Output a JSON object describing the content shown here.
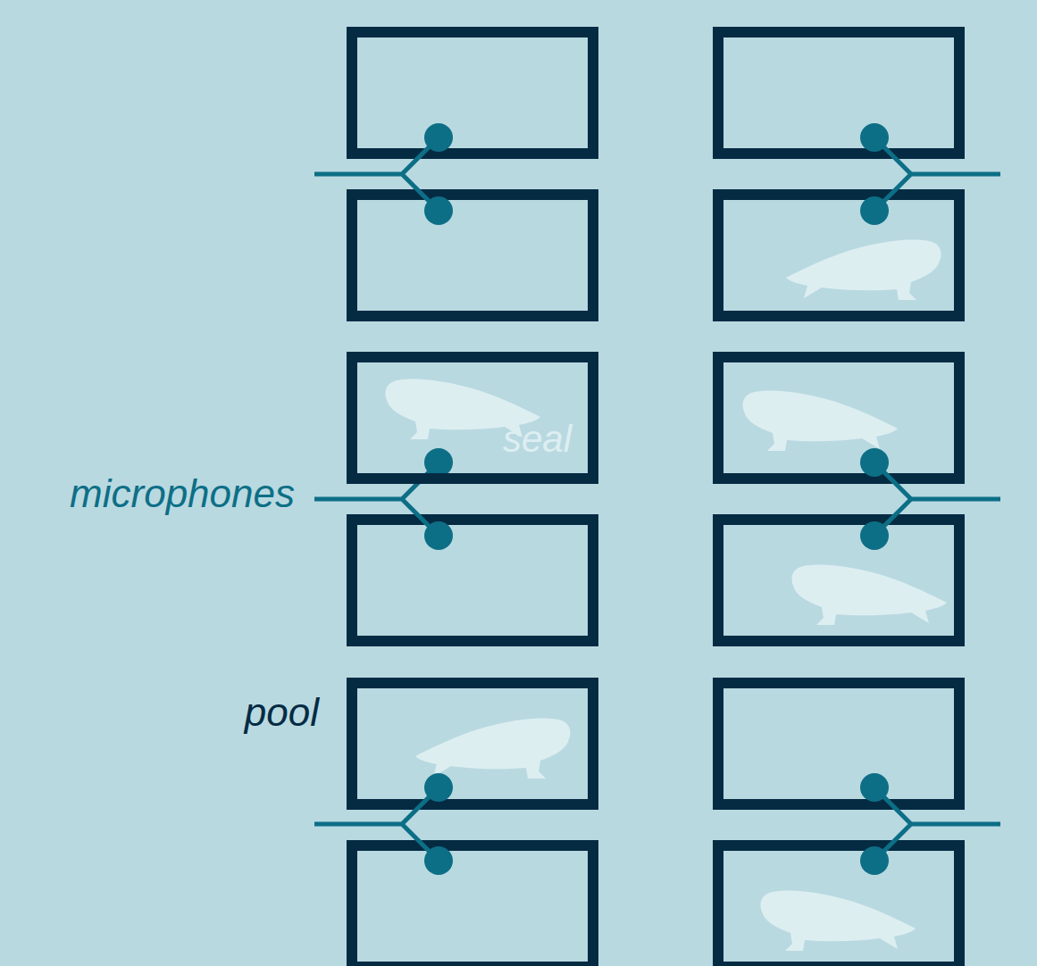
{
  "diagram": {
    "nodes": [
      {
        "text": [
          "seal"
        ]
      }
    ],
    "labels": [
      "microphones",
      "pool"
    ]
  }
}
